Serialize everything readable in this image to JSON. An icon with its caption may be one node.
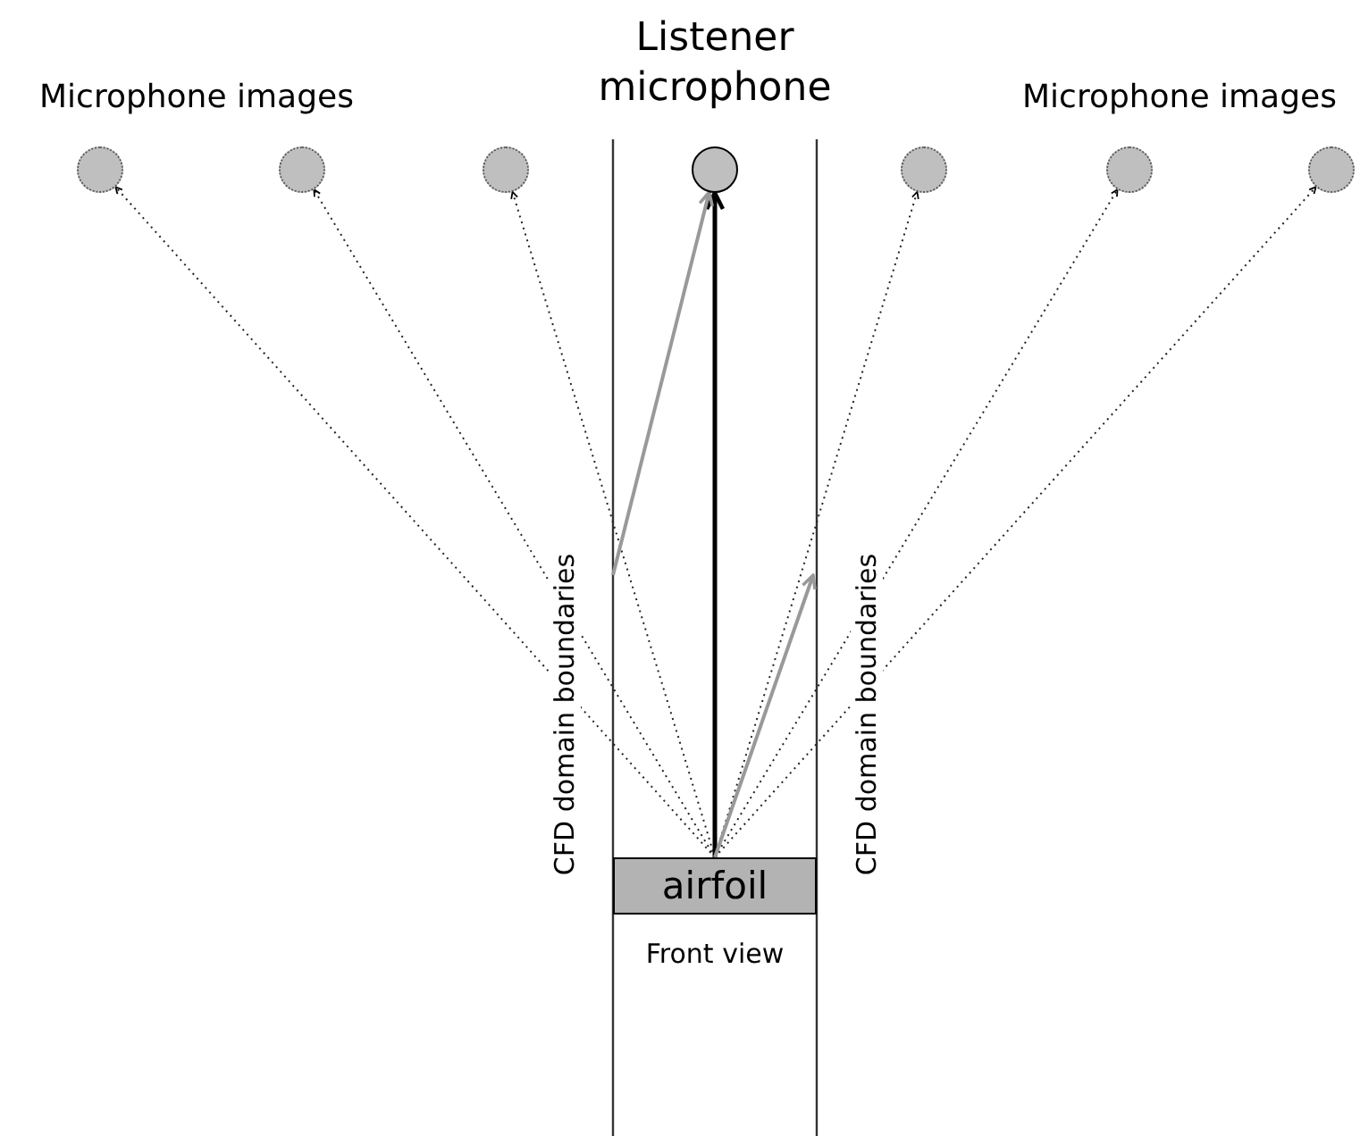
{
  "diagram": {
    "nodes": [
      {
        "text": [],
        "shape": "circle"
      },
      {
        "text": [],
        "shape": "circle"
      },
      {
        "text": [],
        "shape": "circle"
      },
      {
        "text": [
          "Listener microphone"
        ]
      },
      {
        "text": [],
        "shape": "circle"
      },
      {
        "text": [],
        "shape": "circle"
      },
      {
        "text": [],
        "shape": "circle"
      },
      {
        "text": [
          "airfoil"
        ]
      }
    ],
    "edges": [
      {
        "from": 7,
        "to": 0,
        "arrow": "to",
        "style": "dashed"
      },
      {
        "from": 7,
        "to": 1,
        "arrow": "to",
        "style": "dashed"
      },
      {
        "from": 7,
        "to": 2,
        "arrow": "to",
        "style": "dashed"
      },
      {
        "from": 7,
        "to": 3,
        "arrow": "to",
        "style": "thick"
      },
      {
        "from": 7,
        "to": 4,
        "arrow": "to",
        "style": "dashed"
      },
      {
        "from": 7,
        "to": 5,
        "arrow": "to",
        "style": "dashed"
      },
      {
        "from": 7,
        "to": 6,
        "arrow": "to",
        "style": "dashed"
      },
      {
        "from": 7,
        "to": null,
        "arrow": "to",
        "color": "#999999"
      },
      {
        "from": null,
        "to": 3,
        "arrow": "to",
        "color": "#999999"
      }
    ],
    "labels": [
      "Microphone images",
      "Microphone images",
      "CFD domain boundaries",
      "CFD domain boundaries",
      "Front view"
    ]
  }
}
